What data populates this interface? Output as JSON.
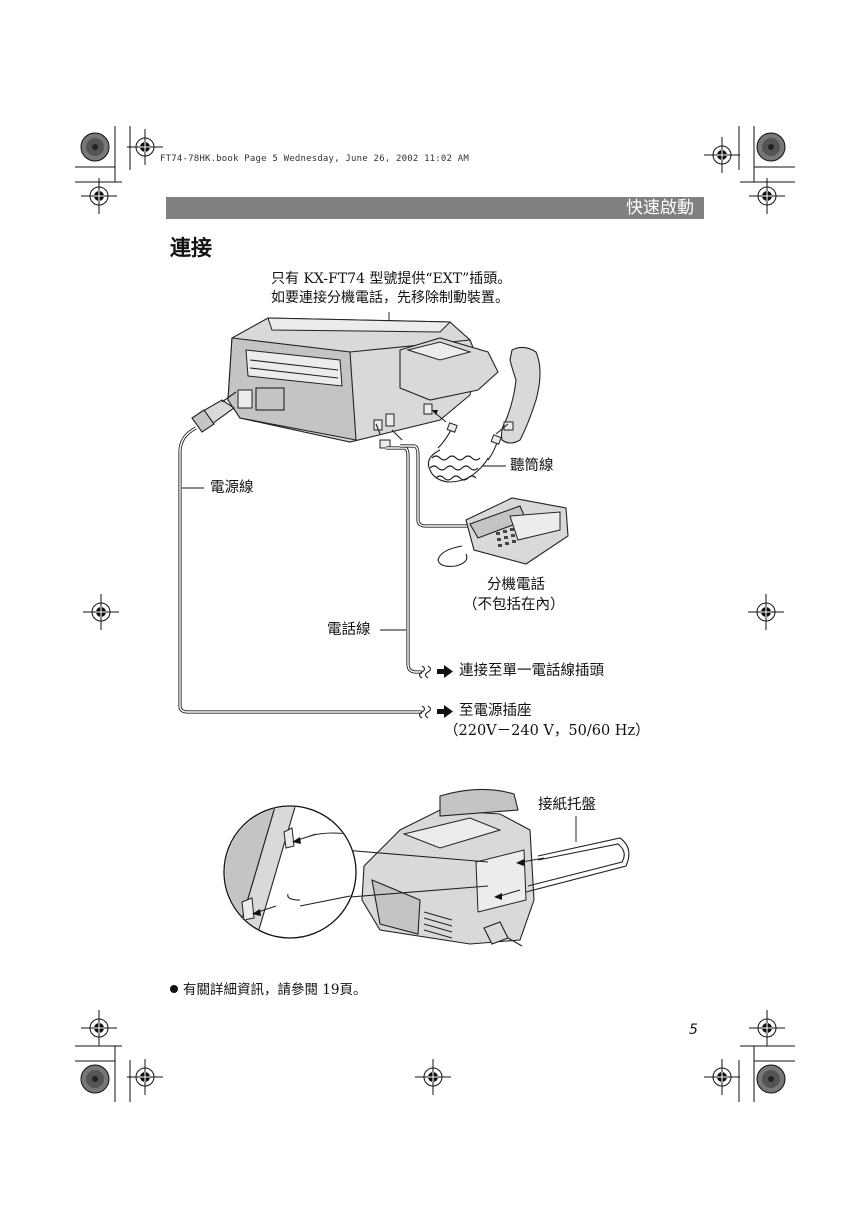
{
  "book_header": "FT74-78HK.book  Page 5  Wednesday, June 26, 2002  11:02 AM",
  "banner_title": "快速啟動",
  "section_title": "連接",
  "note_line1": "只有 KX-FT74 型號提供“EXT”插頭。",
  "note_line2": "如要連接分機電話，先移除制動裝置。",
  "labels": {
    "handset_cord": "聽筒線",
    "power_cord": "電源線",
    "extension_phone": "分機電話",
    "extension_phone_note": "（不包括在內）",
    "telephone_line_cord": "電話線",
    "to_phone_jack": "連接至單一電話線插頭",
    "to_power_outlet": "至電源插座",
    "power_spec": "（220V－240 V，50/60 Hz）",
    "paper_tray": "接紙托盤"
  },
  "footnote": "有關詳細資訊，請參閱 19頁。",
  "page_number": "5",
  "colors": {
    "banner": "#808080",
    "banner_text": "#ffffff"
  },
  "icons": {
    "arrow": "right-arrow-icon",
    "registration": "registration-mark-icon"
  }
}
